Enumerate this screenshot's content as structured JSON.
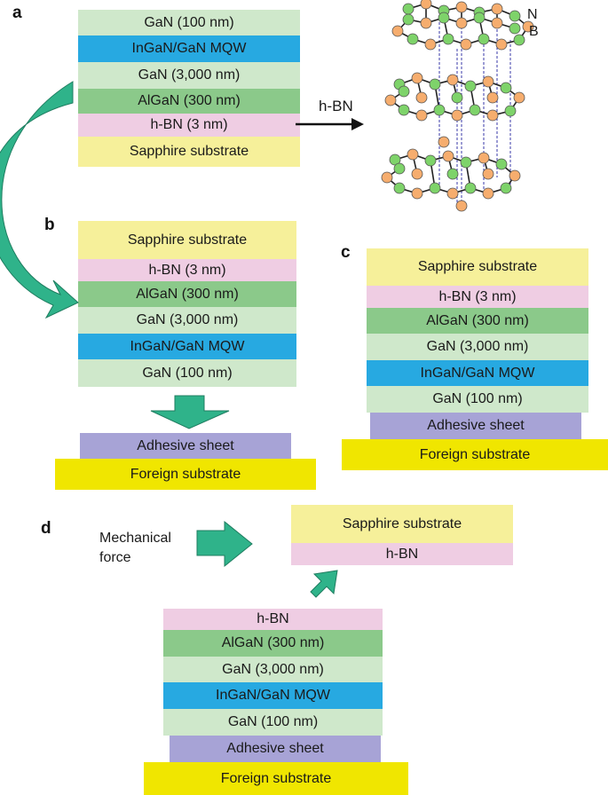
{
  "colors": {
    "gan": "#cfe8cb",
    "ingan": "#27a9e1",
    "algan": "#8bc98a",
    "hbn": "#efcde3",
    "sapphire": "#f6f09a",
    "adhesive": "#a7a3d6",
    "foreign": "#f0e600",
    "arrow": "#2fb38a",
    "boron": "#7ed36a",
    "nitrogen": "#f6ad6e"
  },
  "panels": {
    "a": "a",
    "b": "b",
    "c": "c",
    "d": "d"
  },
  "layers": {
    "gan_100": "GaN (100 nm)",
    "ingan_mqw": "InGaN/GaN MQW",
    "gan_3000": "GaN (3,000 nm)",
    "algan_300": "AlGaN (300 nm)",
    "hbn_3": "h-BN (3 nm)",
    "sapphire": "Sapphire substrate",
    "adhesive": "Adhesive sheet",
    "foreign": "Foreign substrate",
    "hbn": "h-BN"
  },
  "annotations": {
    "hbn_arrow_label": "h-BN",
    "atom_n": "N",
    "atom_b": "B",
    "mechanical_force_line1": "Mechanical",
    "mechanical_force_line2": "force"
  }
}
